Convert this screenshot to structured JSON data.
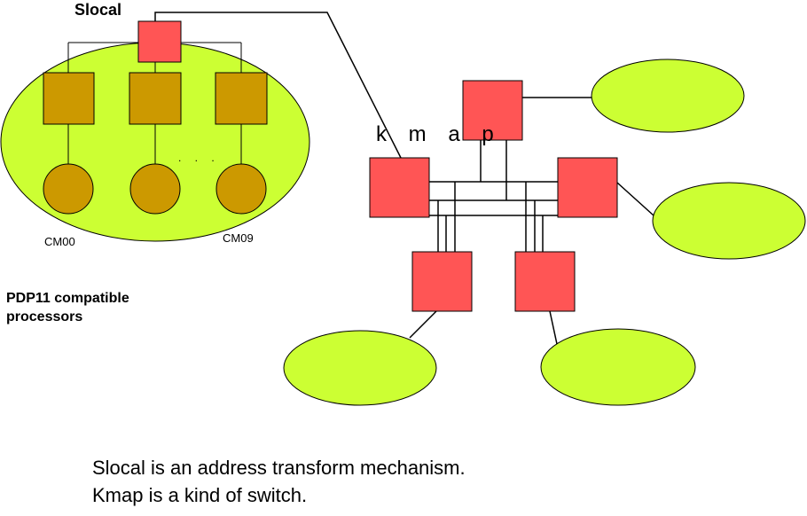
{
  "labels": {
    "slocal": "Slocal",
    "kmap": "k m a p",
    "cm_first": "CM00",
    "cm_last": "CM09",
    "ellipsis": ". . .",
    "group_line1": "PDP11 compatible",
    "group_line2": "processors"
  },
  "caption": {
    "line1": "Slocal is an address transform mechanism.",
    "line2": "Kmap is a kind of switch."
  },
  "colors": {
    "cluster_fill": "#ccff33",
    "switch_fill": "#ff5555",
    "processor_fill": "#cc9900",
    "line": "#000000"
  }
}
